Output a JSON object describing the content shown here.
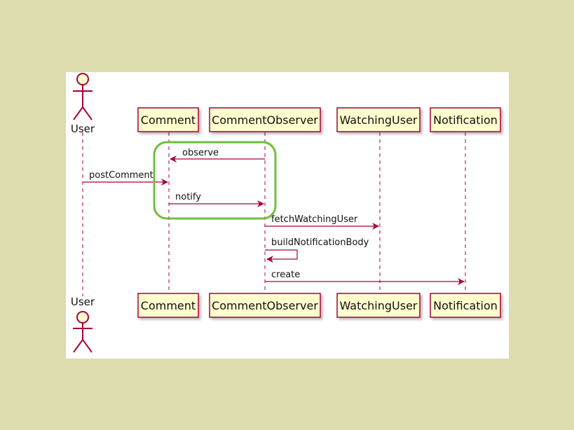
{
  "diagram": {
    "type": "sequence-diagram",
    "colors": {
      "background": "#dddcaf",
      "panel": "#ffffff",
      "participant_fill": "#fefece",
      "participant_border": "#a80036",
      "lifeline": "#a80036",
      "arrow": "#a80036",
      "highlight": "#6fbf3f"
    },
    "actor": {
      "label": "User",
      "icon": "stick-figure-actor-icon"
    },
    "participants": [
      {
        "id": "comment",
        "label": "Comment"
      },
      {
        "id": "comment-observer",
        "label": "CommentObserver"
      },
      {
        "id": "watching-user",
        "label": "WatchingUser"
      },
      {
        "id": "notification",
        "label": "Notification"
      }
    ],
    "messages": [
      {
        "from": "comment-observer",
        "to": "comment",
        "label": "observe"
      },
      {
        "from": "user",
        "to": "comment",
        "label": "postComment"
      },
      {
        "from": "comment",
        "to": "comment-observer",
        "label": "notify"
      },
      {
        "from": "comment-observer",
        "to": "watching-user",
        "label": "fetchWatchingUser"
      },
      {
        "from": "comment-observer",
        "to": "comment-observer",
        "label": "buildNotificationBody"
      },
      {
        "from": "comment-observer",
        "to": "notification",
        "label": "create"
      }
    ],
    "highlight": {
      "shape": "rounded-rectangle",
      "covers": [
        "observe",
        "postComment",
        "notify"
      ],
      "color": "#6fbf3f"
    }
  }
}
